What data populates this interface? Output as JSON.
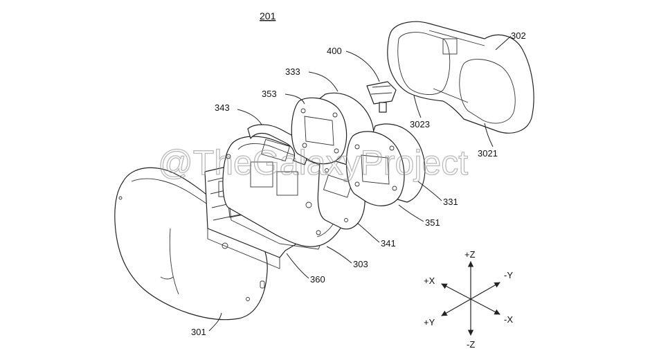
{
  "figure": {
    "number": "201",
    "watermark": "@TheGalaxyProject"
  },
  "labels": {
    "l400": "400",
    "l302": "302",
    "l333": "333",
    "l353": "353",
    "l343": "343",
    "l3023": "3023",
    "l3021": "3021",
    "l331": "331",
    "l351": "351",
    "l341": "341",
    "l303": "303",
    "l360": "360",
    "l301": "301"
  },
  "axes": {
    "pz": "+Z",
    "px": "+X",
    "my": "-Y",
    "py": "+Y",
    "mx": "-X",
    "mz": "-Z"
  }
}
